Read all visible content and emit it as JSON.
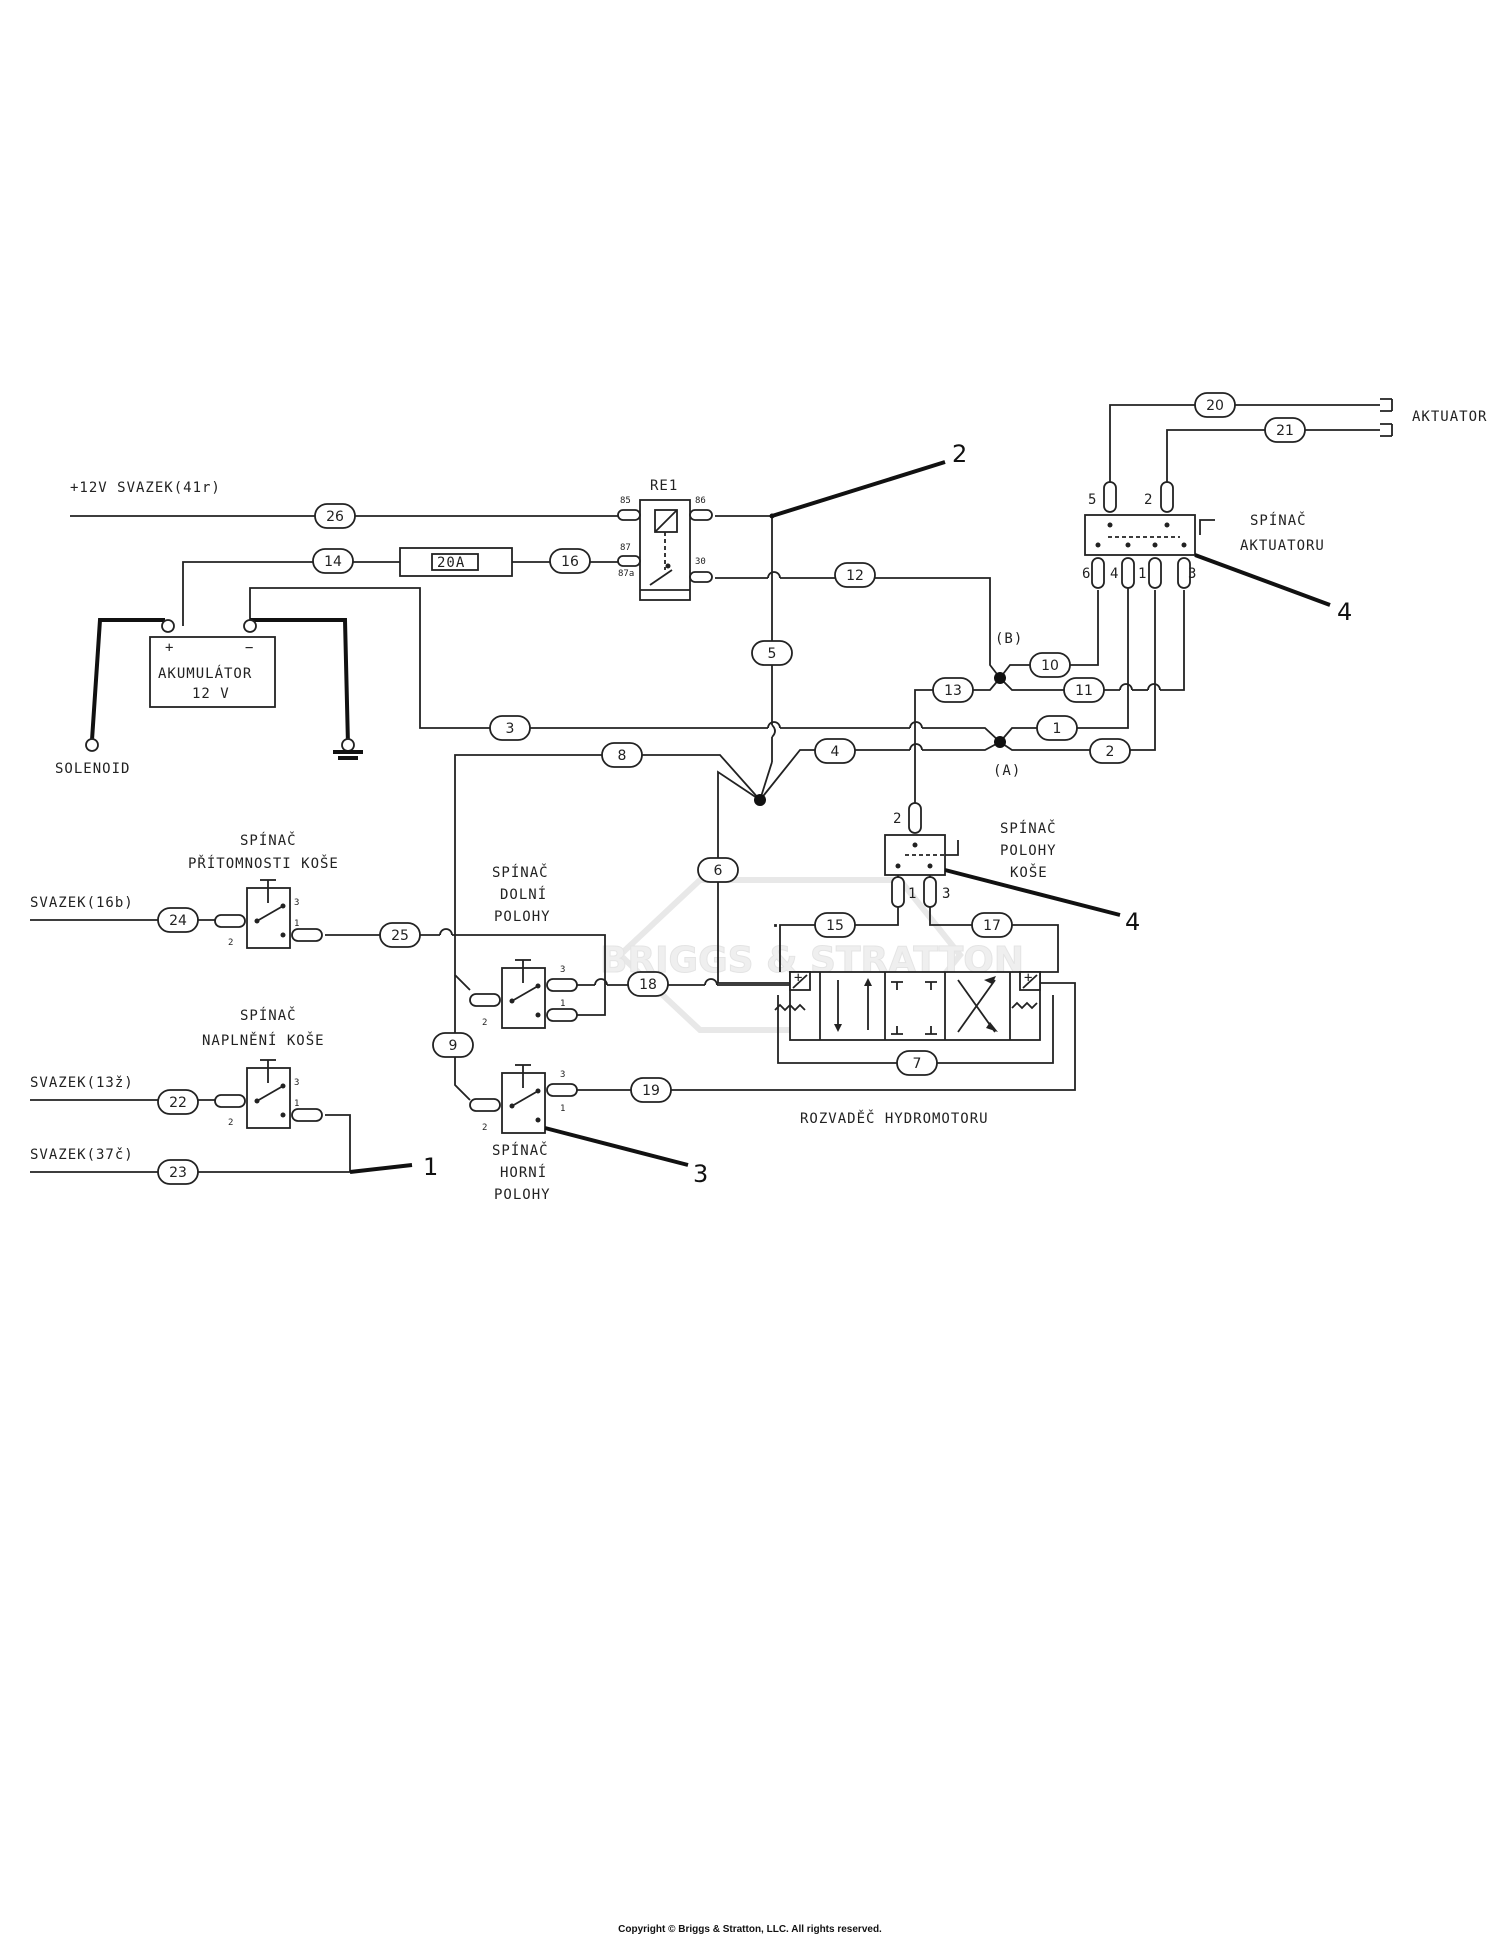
{
  "supply": "+12V SVAZEK(41r)",
  "relay": {
    "name": "RE1",
    "pins": [
      "85",
      "86",
      "87",
      "87a",
      "30"
    ]
  },
  "fuse": "20A",
  "battery": {
    "title": "AKUMULÁTOR",
    "voltage": "12 V",
    "plus": "+",
    "minus": "−"
  },
  "solenoid": "SOLENOID",
  "actuator": "AKTUATOR",
  "actuator_switch": {
    "line1": "SPÍNAČ",
    "line2": "AKTUATORU",
    "pins": [
      "5",
      "2",
      "6",
      "4",
      "1",
      "3"
    ]
  },
  "bucket_position_switch": {
    "line1": "SPÍNAČ",
    "line2": "POLOHY",
    "line3": "KOŠE",
    "pins": [
      "2",
      "1",
      "3"
    ]
  },
  "presence_switch": {
    "line1": "SPÍNAČ",
    "line2": "PŘÍTOMNOSTI KOŠE"
  },
  "fill_switch": {
    "line1": "SPÍNAČ",
    "line2": "NAPLNĚNÍ KOŠE"
  },
  "lower_switch": {
    "line1": "SPÍNAČ",
    "line2": "DOLNÍ",
    "line3": "POLOHY"
  },
  "upper_switch": {
    "line1": "SPÍNAČ",
    "line2": "HORNÍ",
    "line3": "POLOHY"
  },
  "switch_pins": {
    "p1": "1",
    "p2": "2",
    "p3": "3"
  },
  "valve": "ROZVADĚČ HYDROMOTORU",
  "harness": {
    "h16": "SVAZEK(16b)",
    "h13": "SVAZEK(13ž)",
    "h37": "SVAZEK(37č)"
  },
  "nodes": {
    "a": "(A)",
    "b": "(B)"
  },
  "wires": [
    "1",
    "2",
    "3",
    "4",
    "5",
    "6",
    "7",
    "8",
    "9",
    "10",
    "11",
    "12",
    "13",
    "14",
    "15",
    "16",
    "17",
    "18",
    "19",
    "20",
    "21",
    "22",
    "23",
    "24",
    "25",
    "26"
  ],
  "callouts": [
    "1",
    "2",
    "3",
    "4",
    "4"
  ],
  "watermark": "BRIGGS & STRATTON",
  "copyright": "Copyright © Briggs & Stratton, LLC. All rights reserved."
}
